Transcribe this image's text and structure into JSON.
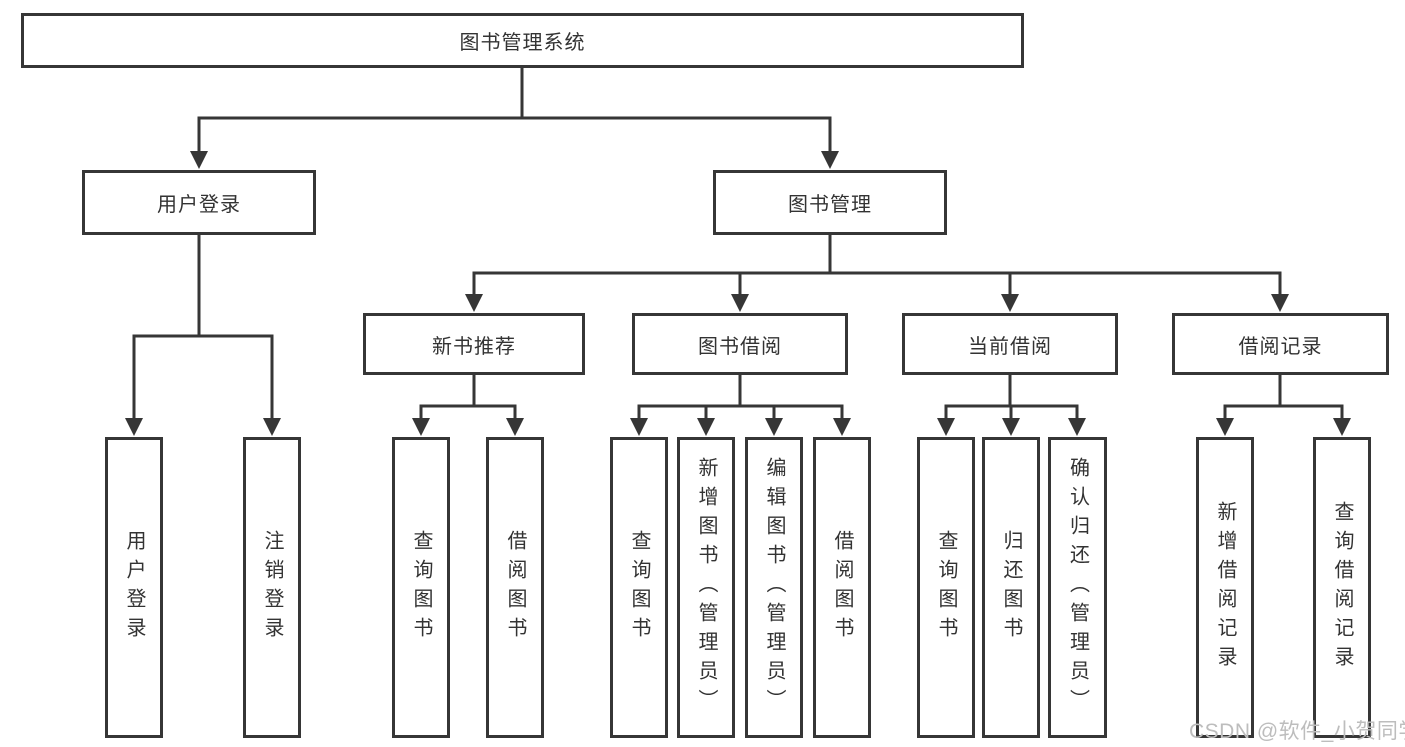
{
  "diagram": {
    "root": {
      "label": "图书管理系统"
    },
    "branches": [
      {
        "label": "用户登录",
        "children": [
          {
            "label": "用户登录"
          },
          {
            "label": "注销登录"
          }
        ]
      },
      {
        "label": "图书管理",
        "groups": [
          {
            "label": "新书推荐",
            "children": [
              {
                "label": "查询图书"
              },
              {
                "label": "借阅图书"
              }
            ]
          },
          {
            "label": "图书借阅",
            "children": [
              {
                "label": "查询图书"
              },
              {
                "label": "新增图书（管理员）"
              },
              {
                "label": "编辑图书（管理员）"
              },
              {
                "label": "借阅图书"
              }
            ]
          },
          {
            "label": "当前借阅",
            "children": [
              {
                "label": "查询图书"
              },
              {
                "label": "归还图书"
              },
              {
                "label": "确认归还（管理员）"
              }
            ]
          },
          {
            "label": "借阅记录",
            "children": [
              {
                "label": "新增借阅记录"
              },
              {
                "label": "查询借阅记录"
              }
            ]
          }
        ]
      }
    ]
  },
  "watermark": {
    "text": "CSDN @软件_小贺同学"
  },
  "colors": {
    "line": "#363636",
    "box_border": "#363636",
    "text": "#333333",
    "background": "#ffffff",
    "watermark": "#bdbdbd"
  }
}
